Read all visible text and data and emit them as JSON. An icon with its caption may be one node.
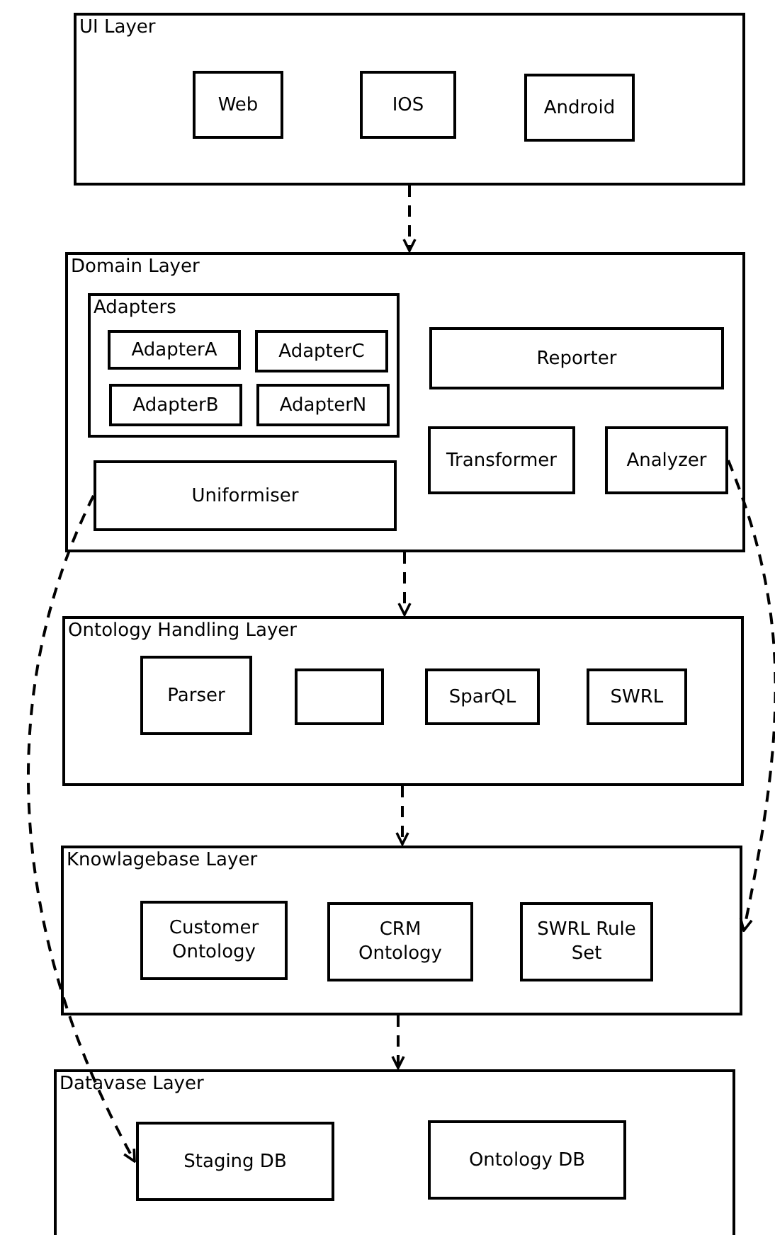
{
  "diagram": {
    "nodes": [
      {
        "text": [
          "UI Layer"
        ]
      },
      {
        "text": [
          "Web"
        ],
        "in": 0
      },
      {
        "text": [
          "IOS"
        ],
        "in": 0
      },
      {
        "text": [
          "Android"
        ],
        "in": 0
      },
      {
        "text": [
          "Domain Layer"
        ]
      },
      {
        "text": [
          "Adapters"
        ],
        "in": 4
      },
      {
        "text": [
          "AdapterA"
        ],
        "in": 5
      },
      {
        "text": [
          "AdapterC"
        ],
        "in": 5
      },
      {
        "text": [
          "AdapterB"
        ],
        "in": 5
      },
      {
        "text": [
          "AdapterN"
        ],
        "in": 5
      },
      {
        "text": [
          "Reporter"
        ],
        "in": 4
      },
      {
        "text": [
          "Transformer"
        ],
        "in": 4
      },
      {
        "text": [
          "Analyzer"
        ],
        "in": 4
      },
      {
        "text": [
          "Uniformiser"
        ],
        "in": 4
      },
      {
        "text": [
          "Ontology Handling Layer"
        ]
      },
      {
        "text": [
          "Parser"
        ],
        "in": 14
      },
      {
        "text": [],
        "shape": "box",
        "in": 14
      },
      {
        "text": [
          "SparQL"
        ],
        "in": 14
      },
      {
        "text": [
          "SWRL"
        ],
        "in": 14
      },
      {
        "text": [
          "Knowlagebase Layer"
        ]
      },
      {
        "text": [
          "Customer Ontology"
        ],
        "in": 19
      },
      {
        "text": [
          "CRM Ontology"
        ],
        "in": 19
      },
      {
        "text": [
          "SWRL Rule Set"
        ],
        "in": 19
      },
      {
        "text": [
          "Datavase Layer"
        ]
      },
      {
        "text": [
          "Staging DB"
        ],
        "in": 23
      },
      {
        "text": [
          "Ontology DB"
        ],
        "in": 23
      }
    ],
    "edges": [
      {
        "from": 0,
        "to": 4,
        "arrow": "to",
        "style": "dashed"
      },
      {
        "from": 4,
        "to": 14,
        "arrow": "to",
        "style": "dashed"
      },
      {
        "from": 14,
        "to": 19,
        "arrow": "to",
        "style": "dashed"
      },
      {
        "from": 19,
        "to": 23,
        "arrow": "to",
        "style": "dashed"
      },
      {
        "from": 13,
        "to": 24,
        "arrow": "to",
        "style": "dashed"
      },
      {
        "from": 12,
        "to": 19,
        "arrow": "to",
        "style": "dashed"
      }
    ]
  }
}
